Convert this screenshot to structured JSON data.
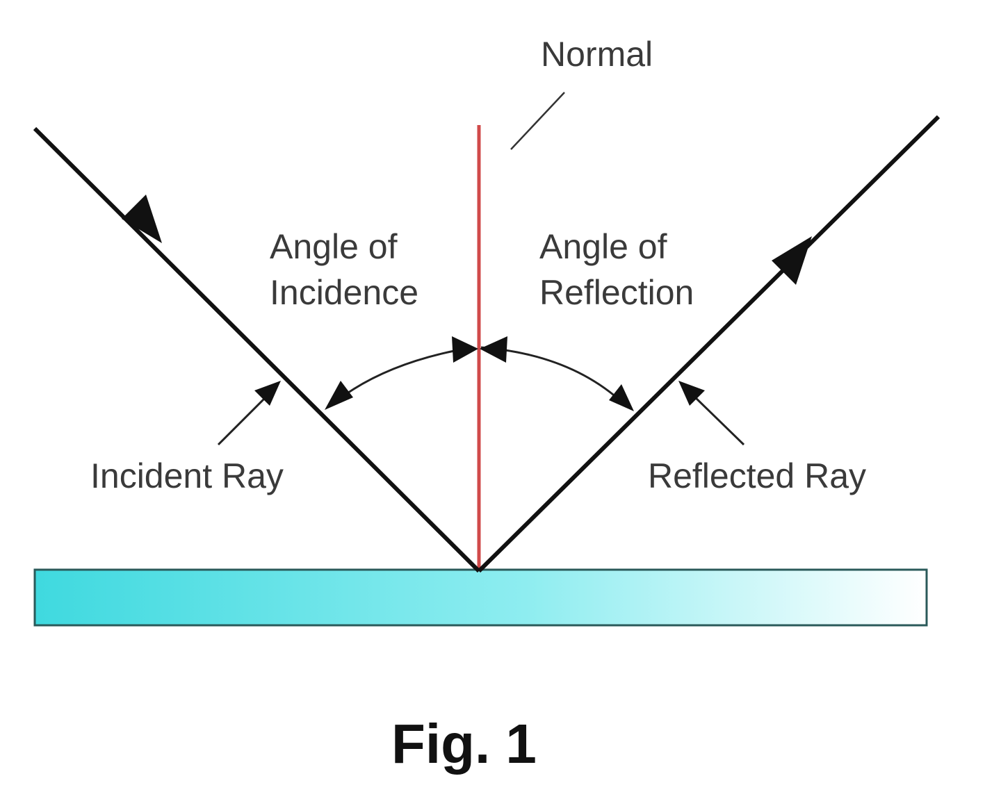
{
  "labels": {
    "normal": "Normal",
    "angle_of_incidence": [
      "Angle of",
      "Incidence"
    ],
    "angle_of_reflection": [
      "Angle of",
      "Reflection"
    ],
    "incident_ray": "Incident Ray",
    "reflected_ray": "Reflected Ray"
  },
  "caption": "Fig. 1",
  "colors": {
    "normal_line": "#d04a4a",
    "rays": "#111111",
    "mirror_left": "#3fd9df",
    "mirror_right": "#ffffff",
    "mirror_border": "#2a5a5a"
  }
}
